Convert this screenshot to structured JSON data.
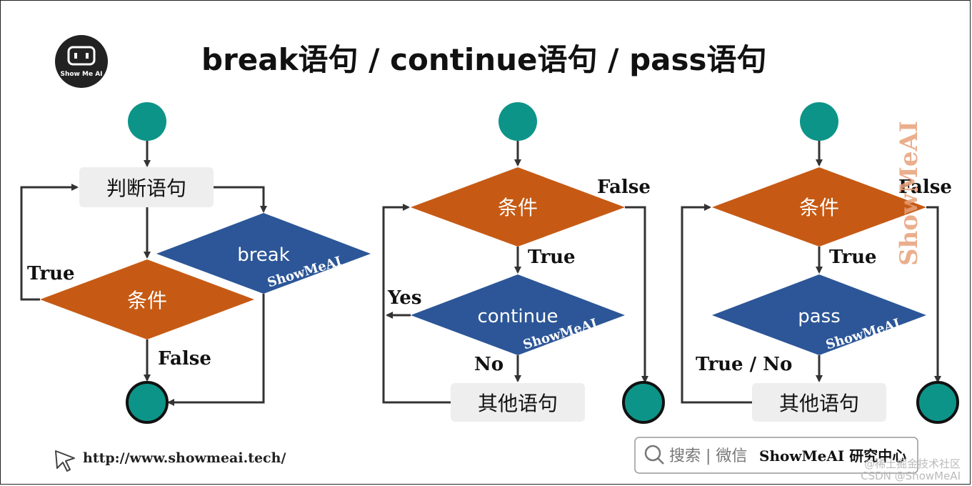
{
  "title": "break语句 / continue语句 / pass语句",
  "logo": {
    "text": "Show Me AI",
    "icon": "robot-face-icon"
  },
  "footer": {
    "url": "http://www.showmeai.tech/",
    "search_label": "搜索 | 微信",
    "brand": "ShowMeAI 研究中心",
    "watermark_line1": "@稀土掘金技术社区",
    "watermark_line2": "CSDN @ShowMeAI"
  },
  "side_watermark": "ShowMeAI",
  "colors": {
    "start": "#0d9488",
    "orange": "#c65a14",
    "blue": "#2c5697",
    "box": "#eeeeee",
    "arrow": "#333333"
  },
  "break_flow": {
    "statement": "判断语句",
    "condition": "条件",
    "action": "break",
    "action_watermark": "ShowMeAI",
    "true_label": "True",
    "false_label": "False"
  },
  "continue_flow": {
    "condition": "条件",
    "false_label": "False",
    "true_label": "True",
    "action": "continue",
    "action_watermark": "ShowMeAI",
    "yes_label": "Yes",
    "no_label": "No",
    "other": "其他语句"
  },
  "pass_flow": {
    "condition": "条件",
    "false_label": "False",
    "true_label": "True",
    "action": "pass",
    "action_watermark": "ShowMeAI",
    "true_no_label": "True / No",
    "other": "其他语句"
  }
}
